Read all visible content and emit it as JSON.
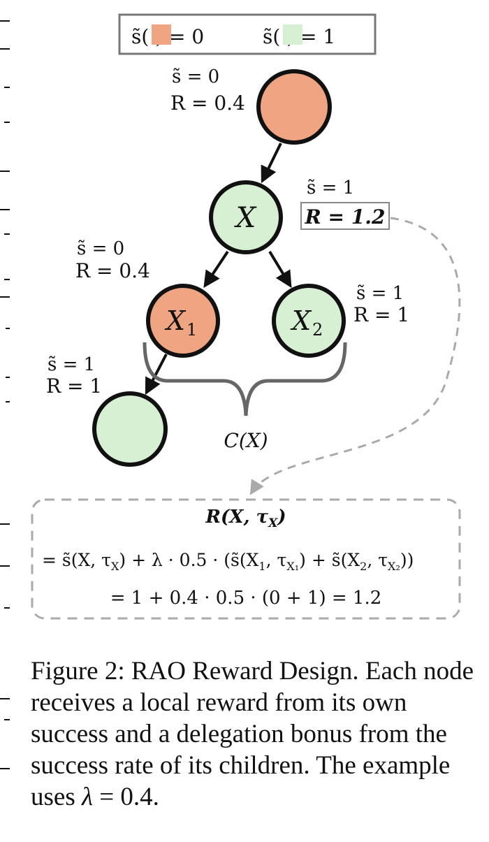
{
  "legend": {
    "orange_text": "s̃(    ) = 0",
    "green_text": "s̃(    ) = 1",
    "orange_color": "#f0a582",
    "green_color": "#d7efd2"
  },
  "nodes": {
    "root": {
      "s": "s̃ = 0",
      "r": "R = 0.4",
      "color": "#f0a582"
    },
    "x": {
      "label": "X",
      "s": "s̃  = 1",
      "r": "R = 1.2",
      "color": "#d7efd2"
    },
    "x1": {
      "label": "X",
      "sub": "1",
      "s": "s̃ = 0",
      "r": "R = 0.4",
      "color": "#f0a582"
    },
    "x2": {
      "label": "X",
      "sub": "2",
      "s": "s̃ = 1",
      "r": "R = 1",
      "color": "#d7efd2"
    },
    "leaf": {
      "s": "s̃ = 1",
      "r": "R = 1",
      "color": "#d7efd2"
    }
  },
  "children_label": "C(X)",
  "formula": {
    "title": "R(X, τ",
    "title_sub": "X",
    "title_close": ")",
    "line1_a": "= s̃(X, τ",
    "line1_a_sub": "X",
    "line1_b": ")  +  λ · 0.5 · (s̃(X",
    "line1_b_sub": "1",
    "line1_c": ", τ",
    "line1_c_sub": "X₁",
    "line1_d": ") + s̃(X",
    "line1_d_sub": "2",
    "line1_e": ", τ",
    "line1_e_sub": "X₂",
    "line1_f": "))",
    "line2": "= 1  +  0.4 · 0.5 · (0 + 1)  =  1.2"
  },
  "caption": {
    "text": "Figure 2: RAO Reward Design. Each node receives a local reward from its own success and a delegation bonus from the success rate of its children. The example uses ",
    "math": "λ",
    "tail": " = 0.4."
  }
}
